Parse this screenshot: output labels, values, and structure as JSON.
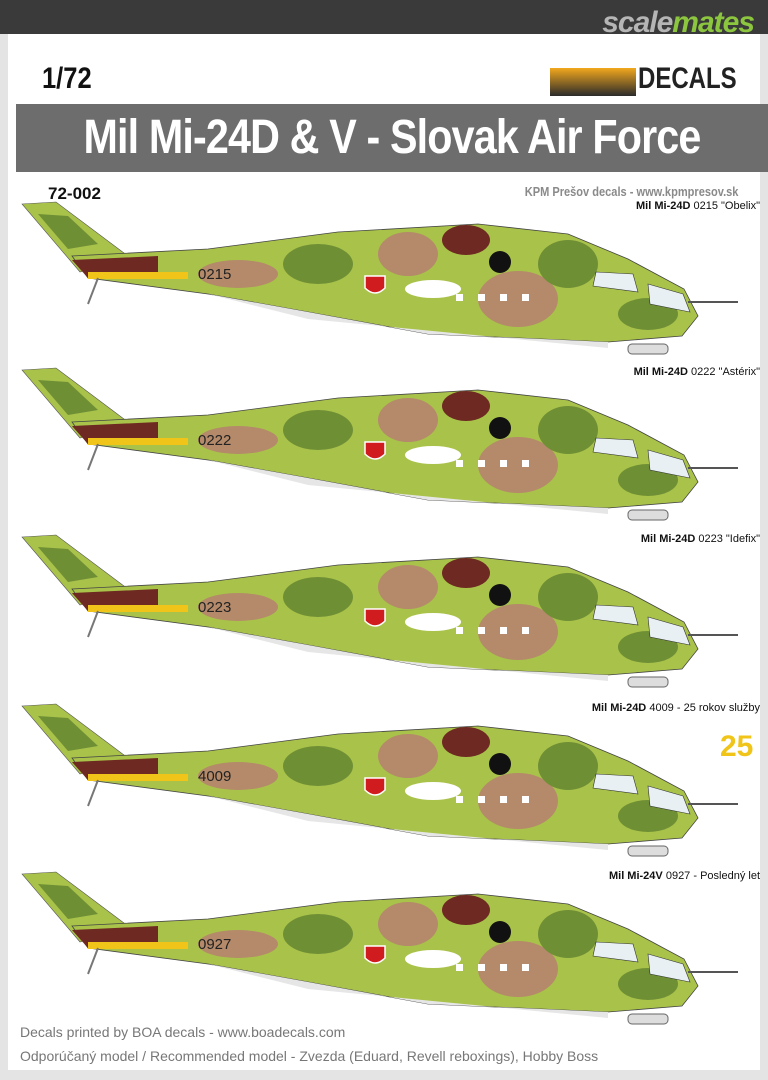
{
  "watermark": {
    "part1": "scale",
    "part2": "mates"
  },
  "header": {
    "scale": "1/72",
    "brand_logo_text": "DECALS",
    "title": "Mil Mi-24D & V - Slovak Air Force",
    "product_code": "72-002",
    "publisher": "KPM Prešov decals - www.kpmpresov.sk"
  },
  "colors": {
    "camo_green": "#6f8f35",
    "camo_light_green": "#a9c24a",
    "camo_brown": "#b48a6a",
    "dark_red": "#6e2a22",
    "yellow": "#f0c419",
    "banner_gray": "#6d6d6d"
  },
  "profiles": [
    {
      "type": "Mil Mi-24D",
      "desc": "0215 \"Obelix\"",
      "serial": "0215"
    },
    {
      "type": "Mil Mi-24D",
      "desc": "0222 \"Astérix\"",
      "serial": "0222"
    },
    {
      "type": "Mil Mi-24D",
      "desc": "0223 \"Idefix\"",
      "serial": "0223"
    },
    {
      "type": "Mil Mi-24D",
      "desc": "4009 - 25 rokov služby",
      "serial": "4009",
      "emblem": "25"
    },
    {
      "type": "Mil Mi-24V",
      "desc": "0927 - Posledný let",
      "serial": "0927"
    }
  ],
  "footer": {
    "printer": "Decals printed by BOA decals - www.boadecals.com",
    "recommended": "Odporúčaný model / Recommended model - Zvezda (Eduard, Revell reboxings), Hobby Boss"
  }
}
